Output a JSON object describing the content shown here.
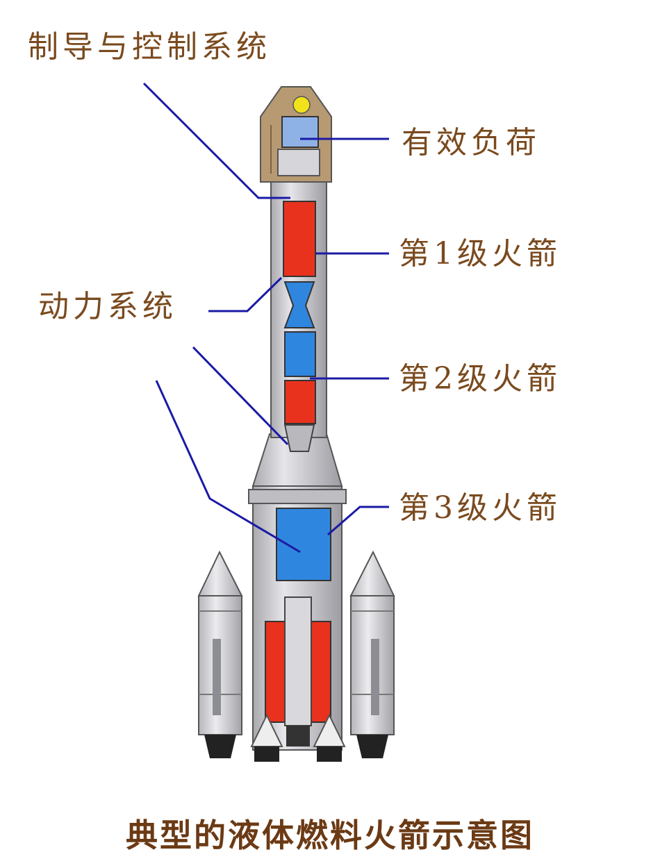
{
  "labels": {
    "guidance": "制导与控制系统",
    "payload": "有效负荷",
    "stage1": "第1级火箭",
    "power": "动力系统",
    "stage2": "第2级火箭",
    "stage3": "第3级火箭"
  },
  "caption": "典型的液体燃料火箭示意图",
  "colors": {
    "label_text": "#7a4a1e",
    "caption_text": "#6b3a14",
    "leader_line": "#1a1aa6",
    "fuel_red": "#e8321e",
    "oxidizer_blue": "#2f86df",
    "hull_gray": "#cfcfd3",
    "nose_tan": "#b79a72"
  }
}
